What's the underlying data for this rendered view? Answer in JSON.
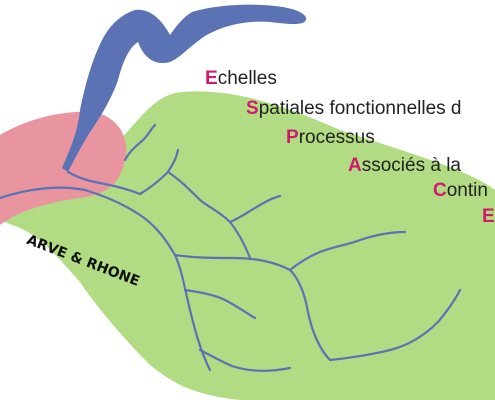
{
  "colors": {
    "basin_fill": "#b2dc83",
    "glacier_fill": "#5b72b5",
    "lake_fill": "#e8959f",
    "river_stroke": "#5b72b5",
    "acronym_initial": "#d1196e",
    "text": "#222222"
  },
  "acronym": {
    "lines": [
      {
        "initial": "E",
        "rest": "chelles"
      },
      {
        "initial": "S",
        "rest": "patiales fonctionnelles d"
      },
      {
        "initial": "P",
        "rest": "rocessus"
      },
      {
        "initial": "A",
        "rest": "ssociés à la"
      },
      {
        "initial": "C",
        "rest": "ontin"
      },
      {
        "initial": "E",
        "rest": ""
      }
    ]
  },
  "map": {
    "basin_label": "ARVE & RHONE",
    "shapes": [
      "green-watershed-basin",
      "blue-glacier",
      "pink-lake",
      "blue-river-network"
    ]
  }
}
